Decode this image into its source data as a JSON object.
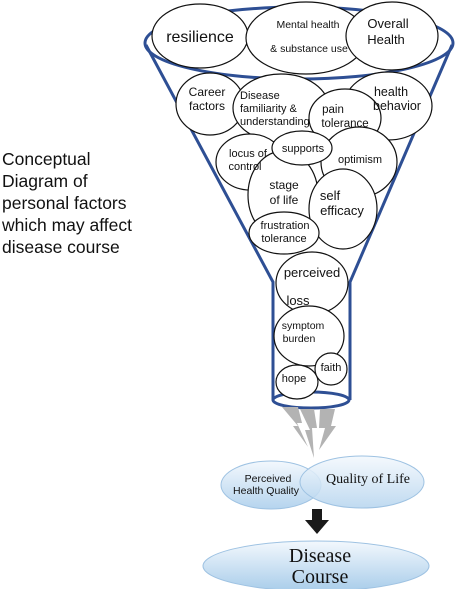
{
  "caption": {
    "lines": [
      "Conceptual",
      "Diagram of",
      "personal factors",
      "which may affect",
      "disease course"
    ]
  },
  "funnel": {
    "top_factors": [
      "resilience",
      "Mental health",
      "& substance use",
      "Overall",
      "Health"
    ],
    "factors": {
      "career": [
        "Career",
        "factors"
      ],
      "disease_familiarity": [
        "Disease",
        "familiarity &",
        "understanding"
      ],
      "health_behavior": [
        "health",
        "behavior"
      ],
      "pain_tolerance": [
        "pain",
        "tolerance"
      ],
      "locus_of_control": [
        "locus of",
        "control"
      ],
      "supports": "supports",
      "optimism": "optimism",
      "stage_of_life": [
        "stage",
        "of life"
      ],
      "self_efficacy": [
        "self",
        "efficacy"
      ],
      "frustration_tolerance": [
        "frustration",
        "tolerance"
      ],
      "perceived_loss": [
        "perceived",
        "loss"
      ],
      "symptom_burden": [
        "symptom",
        "burden"
      ],
      "faith": "faith",
      "hope": "hope"
    }
  },
  "outcomes": {
    "perceived_health_quality": [
      "Perceived",
      "Health Quality"
    ],
    "quality_of_life": "Quality of Life",
    "disease_course": [
      "Disease",
      "Course"
    ]
  },
  "colors": {
    "funnel_stroke": "#2e4f94",
    "bubble_stroke": "#111111",
    "arrow_gray": "#b3b3b3",
    "ellipse_fill_light": "#eef5fc",
    "ellipse_fill_mid": "#b9d7ef",
    "ellipse_stroke": "#9ec2e2",
    "down_arrow": "#1a1a1a"
  }
}
